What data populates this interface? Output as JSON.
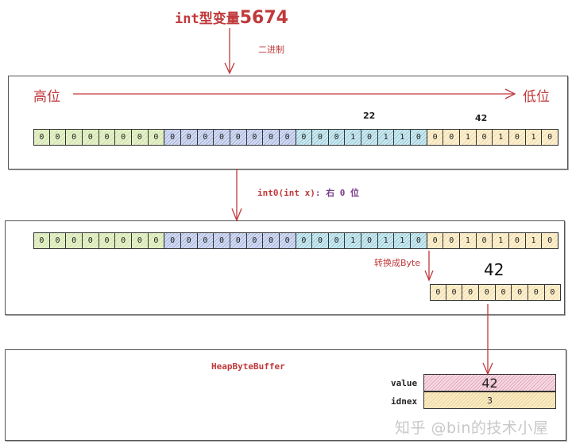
{
  "header": {
    "title_prefix": "int型变量",
    "title_number": "5674",
    "binary_label": "二进制"
  },
  "panel1": {
    "high_label": "高位",
    "low_label": "低位",
    "group_labels": [
      "22",
      "42"
    ],
    "bits": [
      {
        "group": "g",
        "values": [
          "0",
          "0",
          "0",
          "0",
          "0",
          "0",
          "0",
          "0"
        ]
      },
      {
        "group": "b",
        "values": [
          "0",
          "0",
          "0",
          "0",
          "0",
          "0",
          "0",
          "0"
        ]
      },
      {
        "group": "c",
        "values": [
          "0",
          "0",
          "0",
          "1",
          "0",
          "1",
          "1",
          "0"
        ]
      },
      {
        "group": "y",
        "values": [
          "0",
          "0",
          "1",
          "0",
          "1",
          "0",
          "1",
          "0"
        ]
      }
    ]
  },
  "step": {
    "code": "int0(int x)",
    "colon": ":",
    "desc": "右 0 位"
  },
  "panel2": {
    "bits": [
      {
        "group": "g",
        "values": [
          "0",
          "0",
          "0",
          "0",
          "0",
          "0",
          "0",
          "0"
        ]
      },
      {
        "group": "b",
        "values": [
          "0",
          "0",
          "0",
          "0",
          "0",
          "0",
          "0",
          "0"
        ]
      },
      {
        "group": "c",
        "values": [
          "0",
          "0",
          "0",
          "1",
          "0",
          "1",
          "1",
          "0"
        ]
      },
      {
        "group": "y",
        "values": [
          "0",
          "0",
          "1",
          "0",
          "1",
          "0",
          "1",
          "0"
        ]
      }
    ],
    "convert_label": "转换成Byte",
    "byte_value": "42",
    "byte_bits": [
      "0",
      "0",
      "0",
      "0",
      "0",
      "0",
      "0",
      "0"
    ]
  },
  "panel3": {
    "title": "HeapByteBuffer",
    "fields": [
      {
        "label": "value",
        "value": "42"
      },
      {
        "label": "idnex",
        "value": "3"
      }
    ],
    "watermark": "知乎 @bin的技术小屋"
  },
  "colors": {
    "accent_red": "#c0393b",
    "green": "#e4f0c8",
    "blue": "#d5dcf2",
    "cyan": "#cfeaf0",
    "yellow": "#fcefcf",
    "pink": "#f7dbe4",
    "code_purple": "#7a3d8c"
  }
}
